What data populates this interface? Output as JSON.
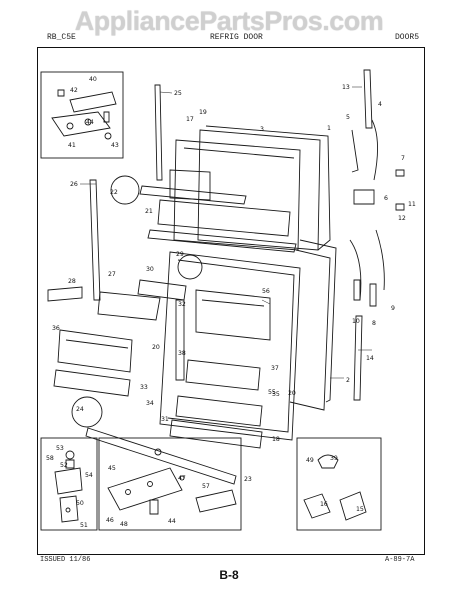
{
  "watermark": "AppliancePartsPros.com",
  "header": {
    "left": "RB_C5E",
    "middle": "REFRIG DOOR",
    "right": "DOOR5"
  },
  "footer": {
    "issued": "ISSUED 11/86",
    "ref": "A-89-7A",
    "page": "B-8"
  },
  "part_labels": [
    "1",
    "2",
    "3",
    "4",
    "5",
    "6",
    "7",
    "8",
    "9",
    "10",
    "11",
    "12",
    "13",
    "14",
    "15",
    "16",
    "17",
    "18",
    "19",
    "20",
    "21",
    "22",
    "23",
    "24",
    "25",
    "26",
    "27",
    "28",
    "29",
    "30",
    "31",
    "32",
    "33",
    "34",
    "35",
    "36",
    "37",
    "38",
    "39",
    "40",
    "41",
    "42",
    "43",
    "44",
    "45",
    "46",
    "47",
    "48",
    "49",
    "50",
    "51",
    "52",
    "53",
    "54",
    "55",
    "56",
    "57",
    "58"
  ]
}
